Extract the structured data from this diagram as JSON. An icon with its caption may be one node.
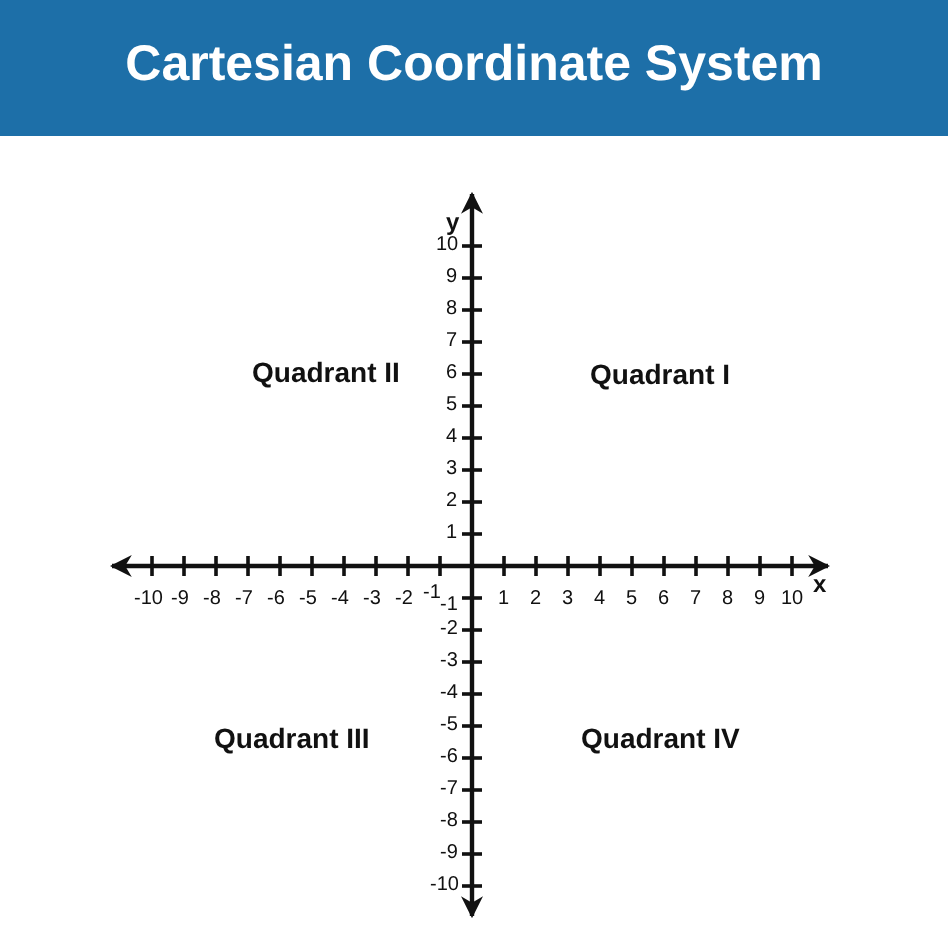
{
  "diagram": {
    "title": "Cartesian Coordinate System",
    "labels": [
      "y",
      "Quadrant II",
      "Quadrant I",
      "10",
      "9",
      "8",
      "7",
      "6",
      "5",
      "4",
      "3",
      "2",
      "1",
      "-10",
      "-9",
      "-8",
      "-7",
      "-6",
      "-5",
      "-4",
      "-3",
      "-2",
      "-1",
      "1",
      "2",
      "3",
      "4",
      "5",
      "6",
      "7",
      "8",
      "9",
      "10",
      "x",
      "-1",
      "-2",
      "-3",
      "-4",
      "-5",
      "-6",
      "-7",
      "-8",
      "-9",
      "-10",
      "Quadrant III",
      "Quadrant IV"
    ]
  }
}
